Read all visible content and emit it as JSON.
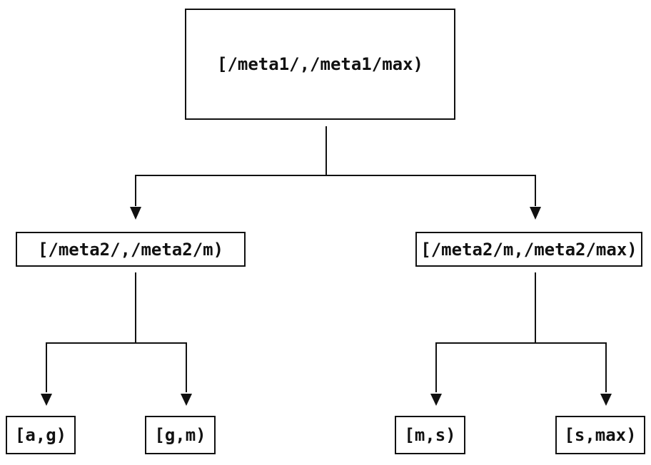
{
  "diagram": {
    "type": "tree",
    "colors": {
      "background": "#ffffff",
      "line": "#111111",
      "box_border": "#111111",
      "text": "#111111",
      "arrow_fill": "#111111"
    },
    "nodes": [
      {
        "id": "root",
        "level": 0,
        "parent": null,
        "label": "[/meta1/,/meta1/max)"
      },
      {
        "id": "l2-left",
        "level": 1,
        "parent": "root",
        "label": "[/meta2/,/meta2/m)"
      },
      {
        "id": "l2-right",
        "level": 1,
        "parent": "root",
        "label": "[/meta2/m,/meta2/max)"
      },
      {
        "id": "leaf-ag",
        "level": 2,
        "parent": "l2-left",
        "label": "[a,g)"
      },
      {
        "id": "leaf-gm",
        "level": 2,
        "parent": "l2-left",
        "label": "[g,m)"
      },
      {
        "id": "leaf-ms",
        "level": 2,
        "parent": "l2-right",
        "label": "[m,s)"
      },
      {
        "id": "leaf-smax",
        "level": 2,
        "parent": "l2-right",
        "label": "[s,max)"
      }
    ],
    "edges": [
      {
        "from": "root",
        "to": "l2-left"
      },
      {
        "from": "root",
        "to": "l2-right"
      },
      {
        "from": "l2-left",
        "to": "leaf-ag"
      },
      {
        "from": "l2-left",
        "to": "leaf-gm"
      },
      {
        "from": "l2-right",
        "to": "leaf-ms"
      },
      {
        "from": "l2-right",
        "to": "leaf-smax"
      }
    ]
  }
}
